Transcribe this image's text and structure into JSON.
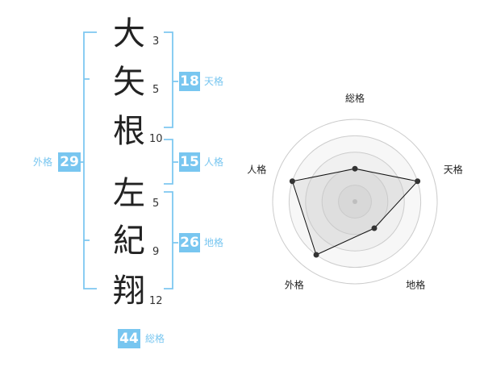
{
  "surname": [
    {
      "char": "大",
      "strokes": "3"
    },
    {
      "char": "矢",
      "strokes": "5"
    },
    {
      "char": "根",
      "strokes": "10"
    }
  ],
  "given": [
    {
      "char": "左",
      "strokes": "5"
    },
    {
      "char": "紀",
      "strokes": "9"
    },
    {
      "char": "翔",
      "strokes": "12"
    }
  ],
  "kaku": {
    "ten": {
      "value": "18",
      "label": "天格"
    },
    "jin": {
      "value": "15",
      "label": "人格"
    },
    "chi": {
      "value": "26",
      "label": "地格"
    },
    "gai": {
      "value": "29",
      "label": "外格"
    },
    "sou": {
      "value": "44",
      "label": "総格"
    }
  },
  "colors": {
    "accent": "#78c6f0",
    "bracket": "#7ec8f0"
  },
  "chart_data": {
    "type": "radar",
    "axes": [
      "総格",
      "天格",
      "地格",
      "外格",
      "人格"
    ],
    "values": [
      2,
      4,
      2,
      4,
      4
    ],
    "range": [
      0,
      5
    ],
    "rings": 5
  }
}
